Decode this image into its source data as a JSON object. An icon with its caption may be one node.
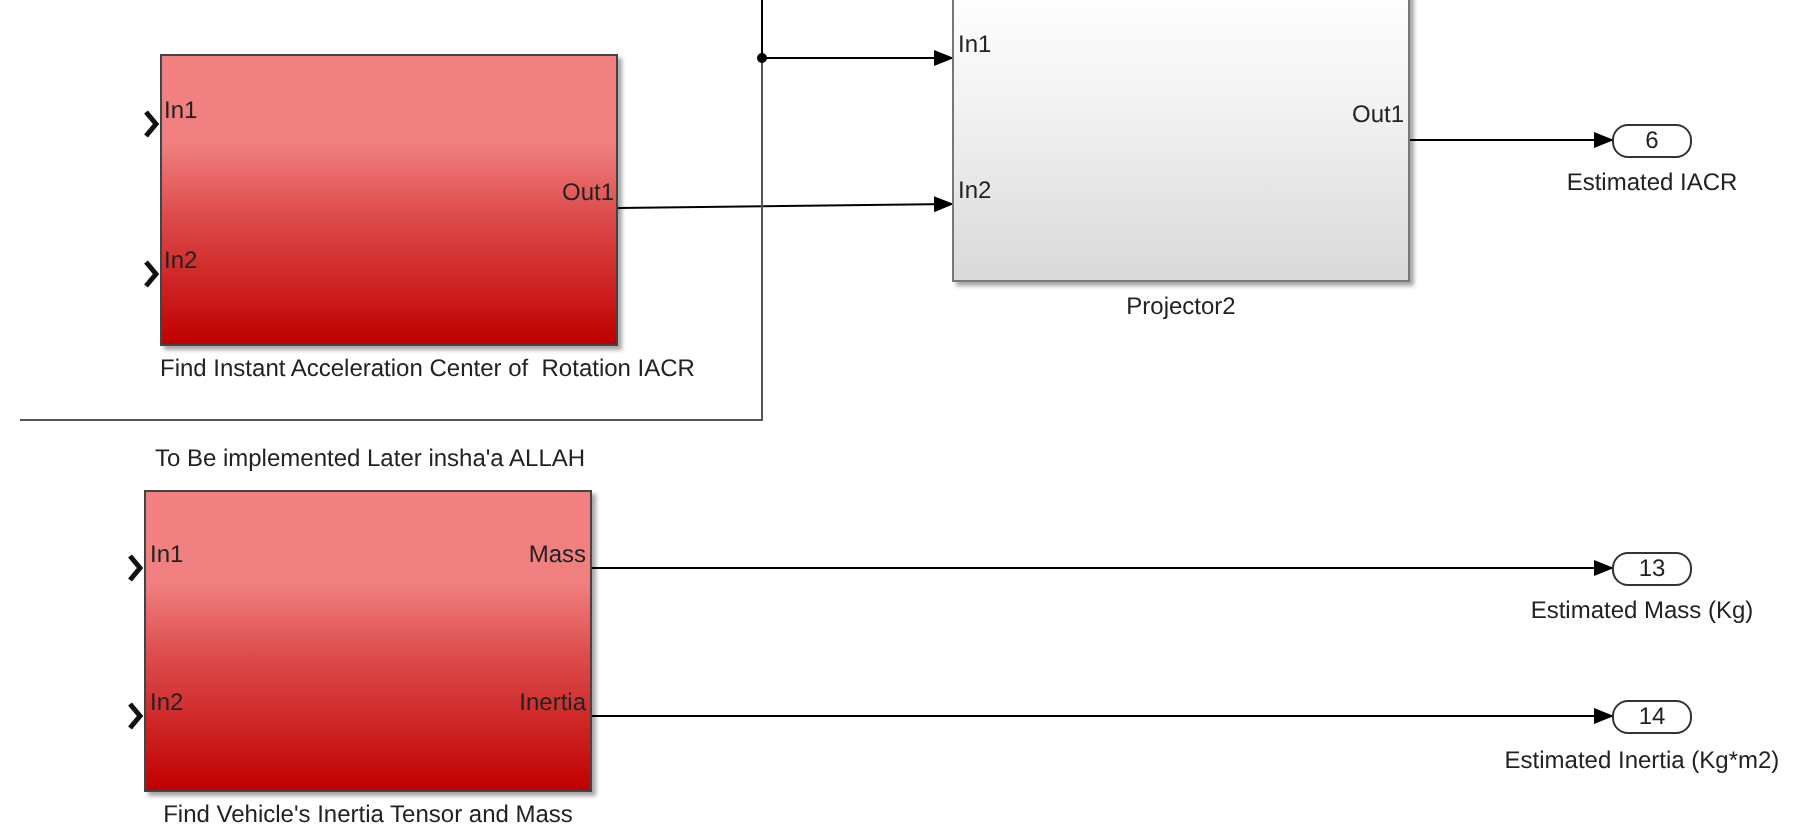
{
  "diagram": {
    "nodes": [
      {
        "text": [
          "In1",
          "In2",
          "Out1",
          "Find Instant Acceleration Center of  Rotation IACR"
        ]
      },
      {
        "text": [
          "In1",
          "In2",
          "Out1",
          "Projector2"
        ]
      },
      {
        "text": [
          "6"
        ],
        "beside": [
          "Estimated IACR"
        ]
      },
      {
        "text": [
          "In1",
          "In2",
          "Mass",
          "Inertia",
          "Find Vehicle's Inertia Tensor and Mass"
        ]
      },
      {
        "text": [
          "13"
        ],
        "beside": [
          "Estimated Mass (Kg)"
        ]
      },
      {
        "text": [
          "14"
        ],
        "beside": [
          "Estimated Inertia (Kg*m2)"
        ]
      }
    ],
    "edges": [
      {
        "from": 0,
        "to": 1,
        "arrow": "to"
      },
      {
        "from": null,
        "to": 1,
        "arrow": "to"
      },
      {
        "from": 1,
        "to": 2,
        "arrow": "to"
      },
      {
        "from": 3,
        "to": 4,
        "arrow": "to"
      },
      {
        "from": 3,
        "to": 5,
        "arrow": "to"
      }
    ],
    "labels": [
      "To Be implemented Later insha'a ALLAH"
    ]
  }
}
